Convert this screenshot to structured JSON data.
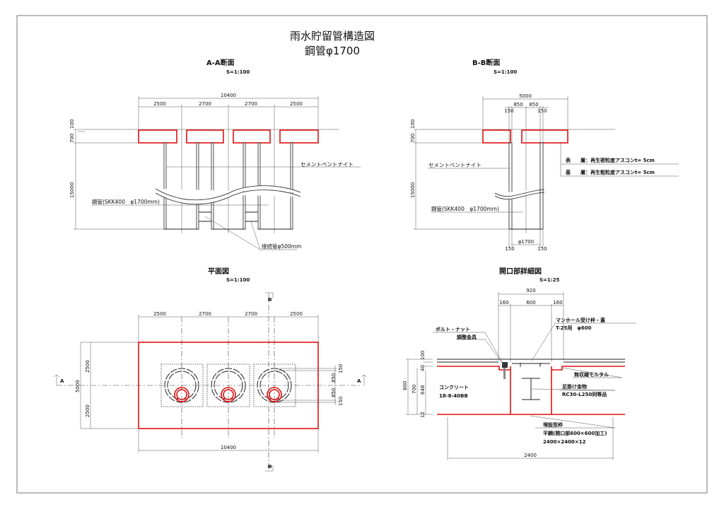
{
  "title": {
    "line1": "雨水貯留管構造図",
    "line2": "鋼管φ1700"
  },
  "section_aa": {
    "title": "A-A断面",
    "scale": "S=1:100",
    "dims": {
      "total": "10400",
      "spans": [
        "2500",
        "2700",
        "2700",
        "2500"
      ],
      "v_top1": "100",
      "v_top2": "700",
      "v_depth": "15000"
    },
    "labels": {
      "bentonite": "セメントベントナイト",
      "steel_pipe": "鋼管(SKK400　φ1700mm)",
      "connector": "接続管φ500mm"
    }
  },
  "section_bb": {
    "title": "B-B断面",
    "scale": "S=1:100",
    "dims": {
      "total": "5000",
      "half_left": "850",
      "half_right": "850",
      "wall_left": "150",
      "wall_right": "150",
      "v_top1": "100",
      "v_top2": "700",
      "v_depth": "15000",
      "diameter": "φ1700",
      "bottom_left": "150",
      "bottom_right": "150"
    },
    "labels": {
      "bentonite": "セメントベントナイト",
      "steel_pipe": "鋼管(SKK400　φ1700mm)",
      "surface_layer": "表　　層：再生密粒度アスコンt= 5cm",
      "base_layer": "基　　層：再生粗粒度アスコンt= 5cm"
    }
  },
  "plan": {
    "title": "平面図",
    "scale": "S=1:100",
    "dims": {
      "spans": [
        "2500",
        "2700",
        "2700",
        "2500"
      ],
      "total": "10400",
      "height": "5000",
      "half_top": "2500",
      "half_bottom": "2500",
      "right": [
        "150",
        "850",
        "850",
        "150"
      ]
    },
    "markers": {
      "a_left": "A",
      "a_right": "A",
      "b_top": "B",
      "b_bottom": "B"
    }
  },
  "detail": {
    "title": "開口部詳細図",
    "scale": "S=1:25",
    "dims": {
      "total": "920",
      "left": "160",
      "center": "600",
      "right": "160",
      "bottom": "2400",
      "v_total": "800",
      "v_700": "700",
      "v_648": "648",
      "v_100": "100",
      "v_40": "40",
      "v_12": "12"
    },
    "labels": {
      "bolt": "ボルト・ナット",
      "adjuster": "調整金具",
      "manhole1": "マンホール受け枠・蓋",
      "manhole2": "T-25用　φ600",
      "mortar": "無収縮モルタル",
      "concrete1": "コンクリート",
      "concrete2": "18-8-40BB",
      "step1": "足掛け金物",
      "step2": "RC30-L250同等品",
      "form1": "埋設型枠",
      "form2": "平鋼(開口部600×600加工)",
      "form3": "2400×2400×12"
    }
  }
}
